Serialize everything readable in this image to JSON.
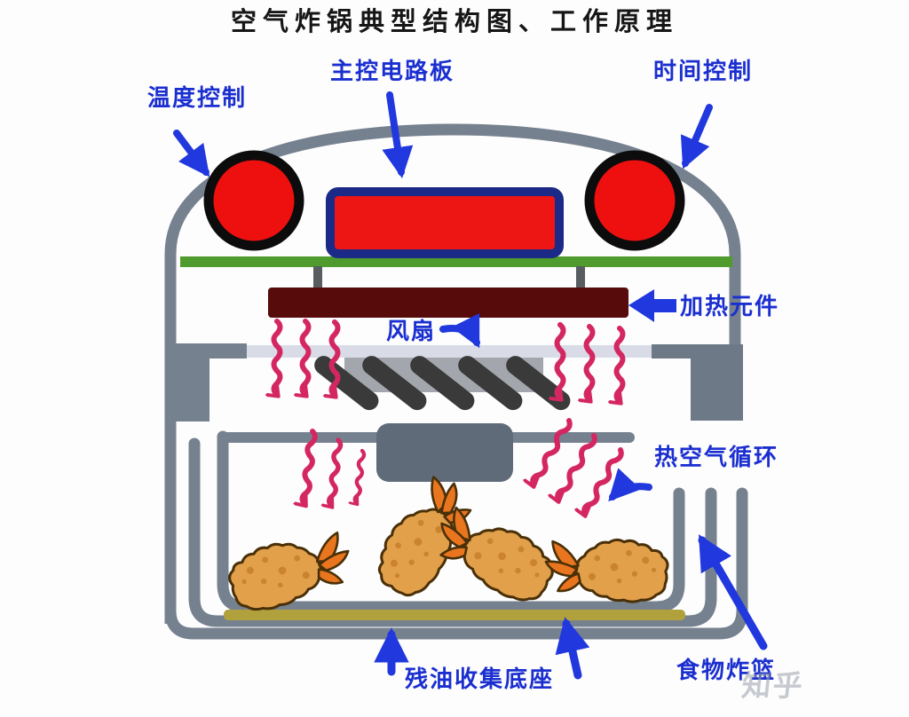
{
  "title": "空气炸锅典型结构图、工作原理",
  "watermark": "知乎",
  "labels": {
    "temperature_control": "温度控制",
    "main_control_board": "主控电路板",
    "time_control": "时间控制",
    "heating_element": "加热元件",
    "fan": "风扇",
    "hot_air_circulation": "热空气循环",
    "oil_collection_base": "残油收集底座",
    "food_basket": "食物炸篮"
  },
  "colors": {
    "label_blue": "#1b2fd0",
    "arrow_blue": "#2038dd",
    "title_black": "#161616",
    "housing_gray": "#76818f",
    "platform_light_gray": "#d9dce7",
    "fan_body_gray": "#a3a7ad",
    "fan_blade_dark": "#3a3a3a",
    "knob_red": "#ee0f0f",
    "display_red": "#ee1515",
    "display_border_navy": "#1b2a86",
    "pcb_green": "#4f9b2d",
    "heater_maroon": "#570b0b",
    "heat_wave_pink": "#d42762",
    "oil_strip_olive": "#b1a13c",
    "shrimp_body": "#e2a04b",
    "shrimp_outline": "#4a3008",
    "shrimp_tail_orange": "#e9761f"
  }
}
